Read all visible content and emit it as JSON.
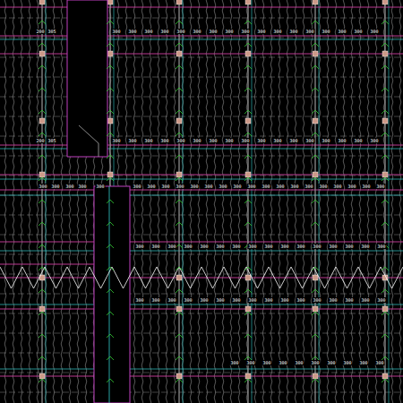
{
  "diagram": {
    "labels": [
      "200",
      "305",
      "300",
      "300",
      "300",
      "300",
      "300",
      "300",
      "300",
      "300",
      "300",
      "300",
      "300",
      "300",
      "300",
      "300",
      "300",
      "300",
      "300",
      "200",
      "305",
      "300",
      "300",
      "300",
      "300",
      "300",
      "300",
      "300",
      "300",
      "300",
      "300",
      "300",
      "300",
      "300",
      "300",
      "300",
      "300",
      "300",
      "300",
      "300",
      "300",
      "300",
      "300",
      "300",
      "300",
      "300",
      "300",
      "300",
      "300",
      "300",
      "300",
      "300",
      "300",
      "300",
      "300",
      "300",
      "300",
      "300",
      "300",
      "300",
      "300",
      "300",
      "300",
      "300",
      "300",
      "300",
      "300",
      "300",
      "300",
      "300",
      "300",
      "300",
      "300",
      "300",
      "300",
      "300",
      "300",
      "300",
      "300",
      "300",
      "300",
      "300",
      "300",
      "300",
      "300",
      "300",
      "300",
      "300",
      "300",
      "300",
      "300",
      "300",
      "300",
      "300",
      "300",
      "300",
      "300",
      "300",
      "300",
      "300",
      "300",
      "300",
      "300"
    ]
  }
}
